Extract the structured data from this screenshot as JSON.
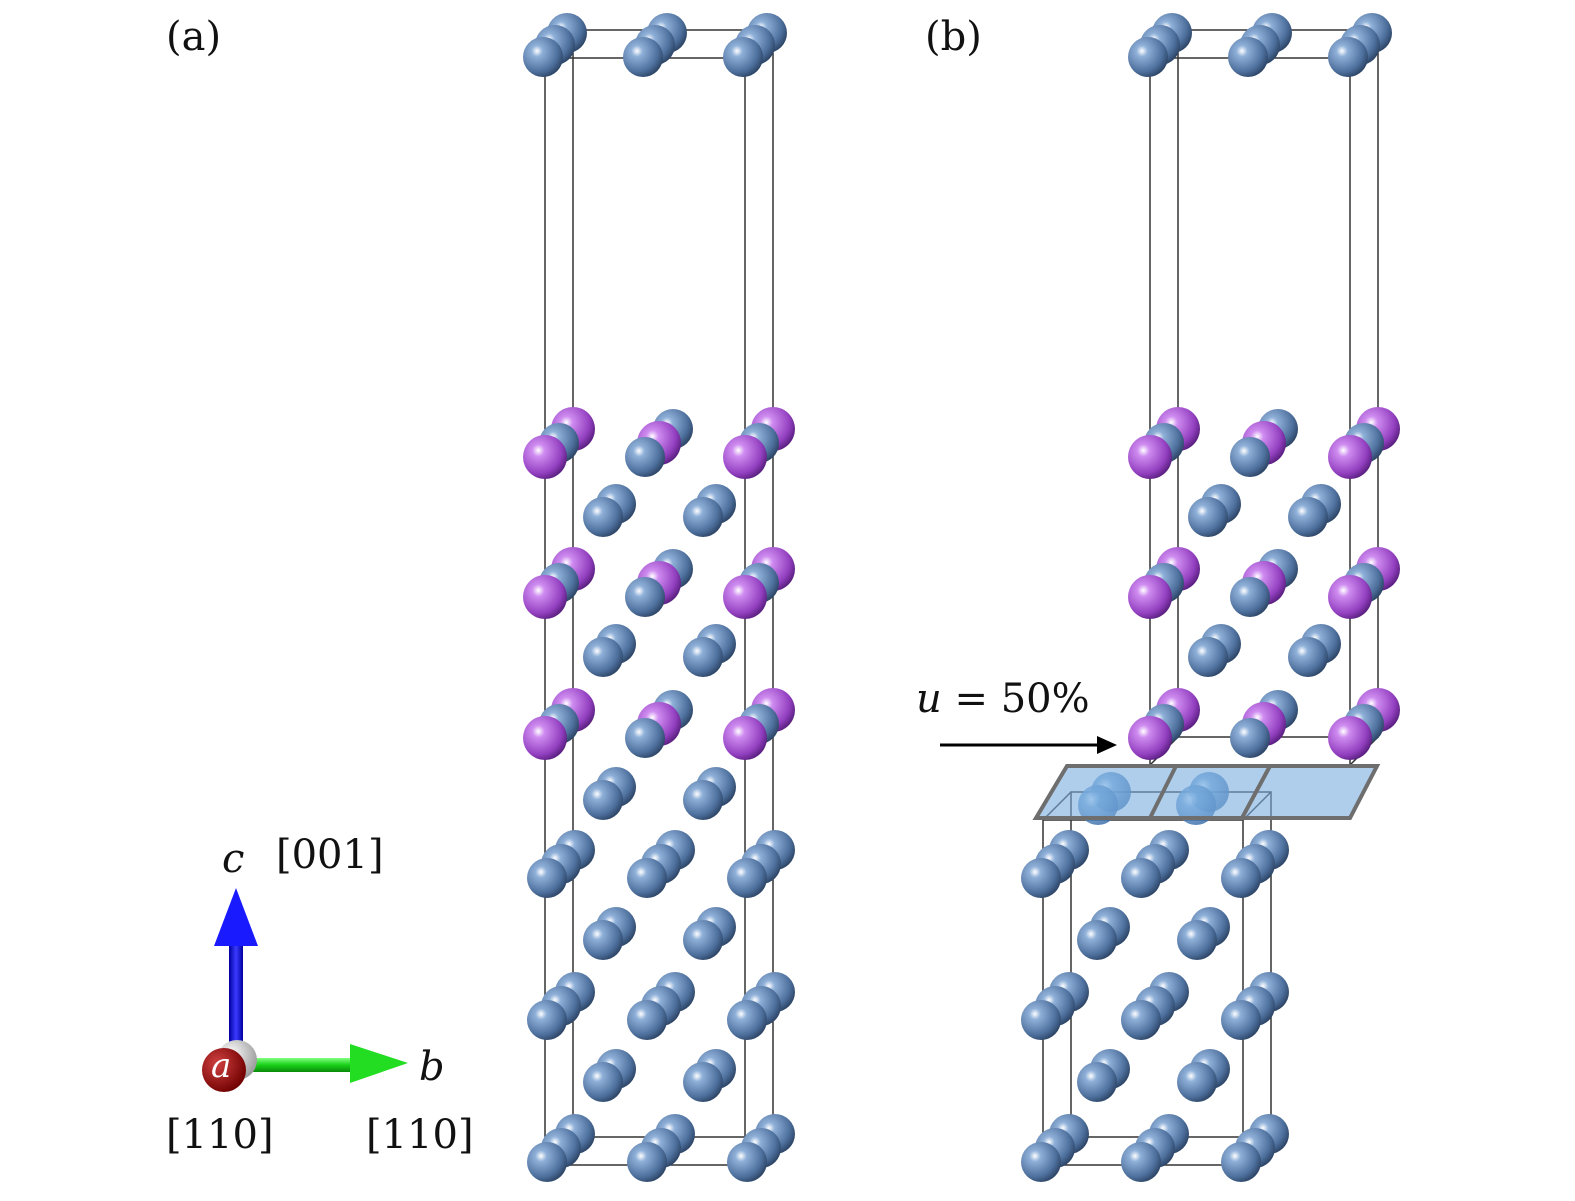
{
  "panels": {
    "a": {
      "label": "(a)"
    },
    "b": {
      "label": "(b)",
      "shift_label_var": "u",
      "shift_label_rest": "= 50%"
    }
  },
  "axes": {
    "c": {
      "letter": "c",
      "direction": "[001]",
      "color": "#0a0adf"
    },
    "b": {
      "letter": "b",
      "direction": "[110]",
      "color": "#19d019"
    },
    "a": {
      "letter": "a",
      "direction": "[110]",
      "color": "#9b0000"
    }
  },
  "colors": {
    "atom_blue": "#5b7fae",
    "atom_purple": "#9a48c8",
    "plane_fill": "#7aaee0",
    "plane_edge": "#6e6e6e",
    "cell_edge": "#333333"
  }
}
